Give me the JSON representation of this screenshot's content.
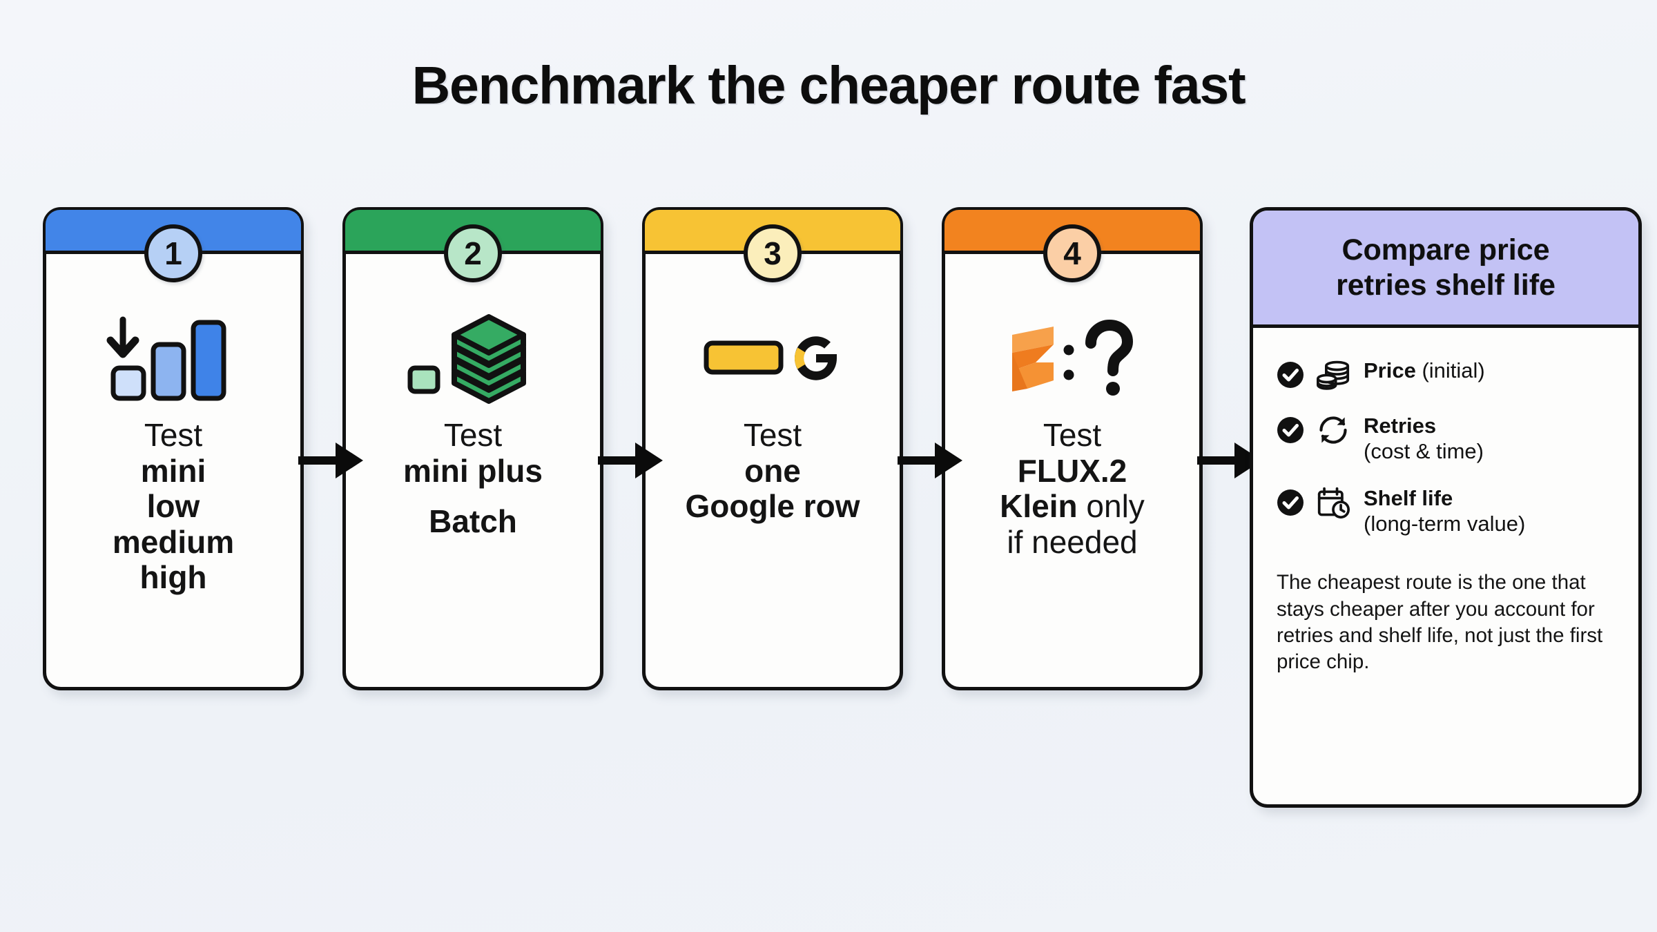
{
  "title": "Benchmark the cheaper route fast",
  "colors": {
    "background": "#f2f5f9",
    "step1_header": "#4285e8",
    "step1_badge": "#b6d0f5",
    "step2_header": "#2ba45a",
    "step2_badge": "#b8e6c8",
    "step3_header": "#f7c334",
    "step3_badge": "#fbeebb",
    "step4_header": "#f2831f",
    "step4_badge": "#fbcfa6",
    "summary_header": "#c3c2f5",
    "outline": "#111111",
    "card_body": "#fdfdfc"
  },
  "steps": [
    {
      "number": "1",
      "icon": "bar-chart-down-icon",
      "line1": "Test",
      "line2": "mini",
      "line3": "low",
      "line4": "medium",
      "line5": "high"
    },
    {
      "number": "2",
      "icon": "stacked-layers-icon",
      "line1": "Test",
      "line2": "mini plus",
      "line3": "Batch"
    },
    {
      "number": "3",
      "icon": "google-row-icon",
      "line1": "Test",
      "line2": "one",
      "line3": "Google row"
    },
    {
      "number": "4",
      "icon": "flux-question-icon",
      "line1": "Test",
      "line2": "FLUX.2",
      "line3": "Klein",
      "line3b": "only",
      "line4": "if needed"
    }
  ],
  "summary": {
    "header_line1": "Compare price",
    "header_line2": "retries shelf life",
    "items": [
      {
        "icon": "coins-icon",
        "label": "Price",
        "note": "(initial)",
        "inline": true
      },
      {
        "icon": "refresh-icon",
        "label": "Retries",
        "note": "(cost & time)",
        "inline": false
      },
      {
        "icon": "calendar-clock-icon",
        "label": "Shelf life",
        "note": "(long-term value)",
        "inline": false
      }
    ],
    "note": "The cheapest route is the one that stays cheaper after you account for retries and shelf life, not just the first price chip."
  }
}
